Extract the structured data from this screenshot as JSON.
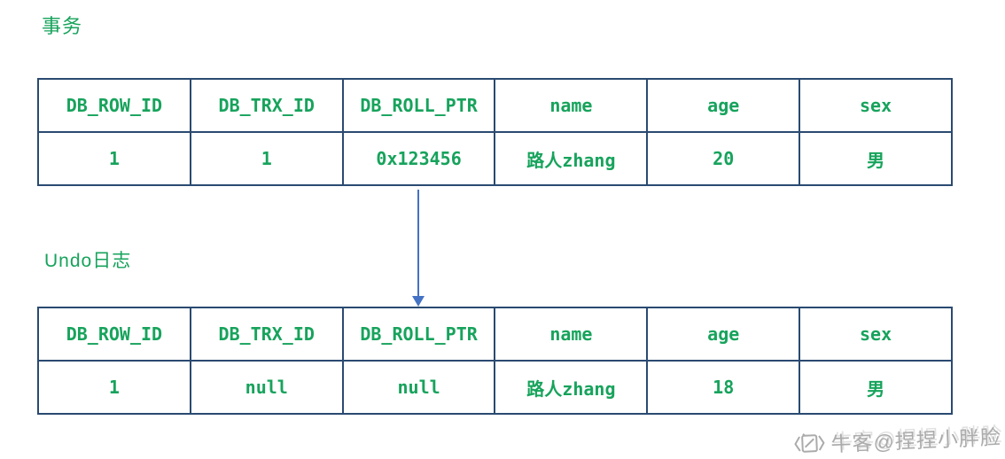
{
  "labels": {
    "transaction": "事务",
    "undo_log": "Undo日志"
  },
  "tables": {
    "headers": [
      "DB_ROW_ID",
      "DB_TRX_ID",
      "DB_ROLL_PTR",
      "name",
      "age",
      "sex"
    ],
    "transaction_row": [
      "1",
      "1",
      "0x123456",
      "路人zhang",
      "20",
      "男"
    ],
    "undo_row": [
      "1",
      "null",
      "null",
      "路人zhang",
      "18",
      "男"
    ]
  },
  "arrow": {
    "direction": "down"
  },
  "watermark": {
    "text": "牛客@捏捏小胖脸",
    "icon": "niuke-logo-icon"
  },
  "colors": {
    "text_green": "#17a35c",
    "table_border_navy": "#2a4a71",
    "arrow_blue": "#4472c4",
    "watermark_gray": "#979797",
    "background": "#ffffff"
  }
}
